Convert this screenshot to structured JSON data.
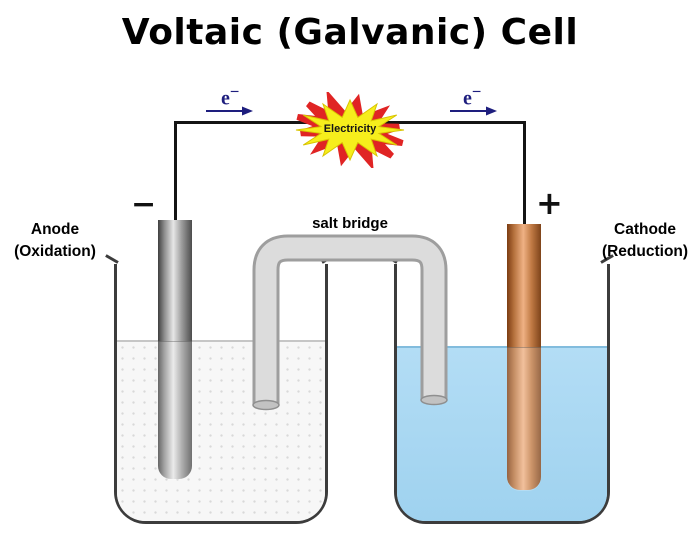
{
  "title": "Voltaic (Galvanic) Cell",
  "electrodes": {
    "anode": {
      "name": "Anode",
      "process": "(Oxidation)",
      "sign": "−"
    },
    "cathode": {
      "name": "Cathode",
      "process": "(Reduction)",
      "sign": "+"
    }
  },
  "salt_bridge": {
    "label": "salt bridge"
  },
  "circuit": {
    "electricity_label": "Electricity",
    "electron": {
      "base": "e",
      "sup": "−"
    }
  },
  "colors": {
    "wire": "#141414",
    "electron_blue": "#1e1e7e",
    "star_red": "#e02424",
    "star_yellow": "#f6ee1c",
    "beaker_outline": "#3c3c3c",
    "left_solution": "#f7f7f7",
    "right_solution": "#a9d8f3",
    "anode_metal": "#9c9c9c",
    "cathode_metal": "#c07a44",
    "salt_bridge_gray": "#d9d9d9"
  }
}
